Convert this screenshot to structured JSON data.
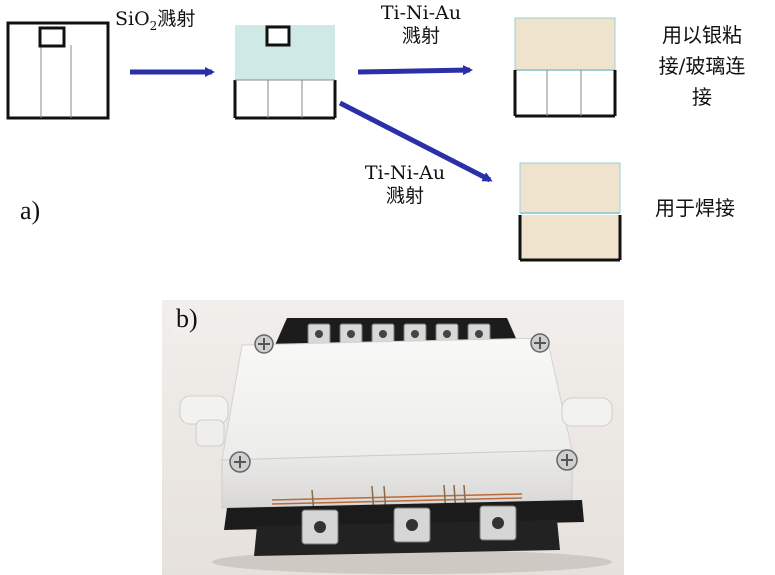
{
  "panel_a": {
    "label": "a)",
    "step1_text": "SiO",
    "step1_sub": "2",
    "step1_suffix": "溅射",
    "step2_text_line1": "Ti-Ni-Au",
    "step2_text_line2": "溅射",
    "step3_text_line1": "Ti-Ni-Au",
    "step3_text_line2": "溅射",
    "result1_line1": "用以银粘",
    "result1_line2": "接/玻璃连",
    "result1_line3": "接",
    "result2": "用于焊接",
    "colors": {
      "arrow": "#2b2fa8",
      "sio2_fill": "#cfe9e6",
      "metal_fill": "#efe3cd",
      "outline": "#111111"
    }
  },
  "panel_b": {
    "label": "b)",
    "photo_description_icon": "power-module-photo"
  }
}
